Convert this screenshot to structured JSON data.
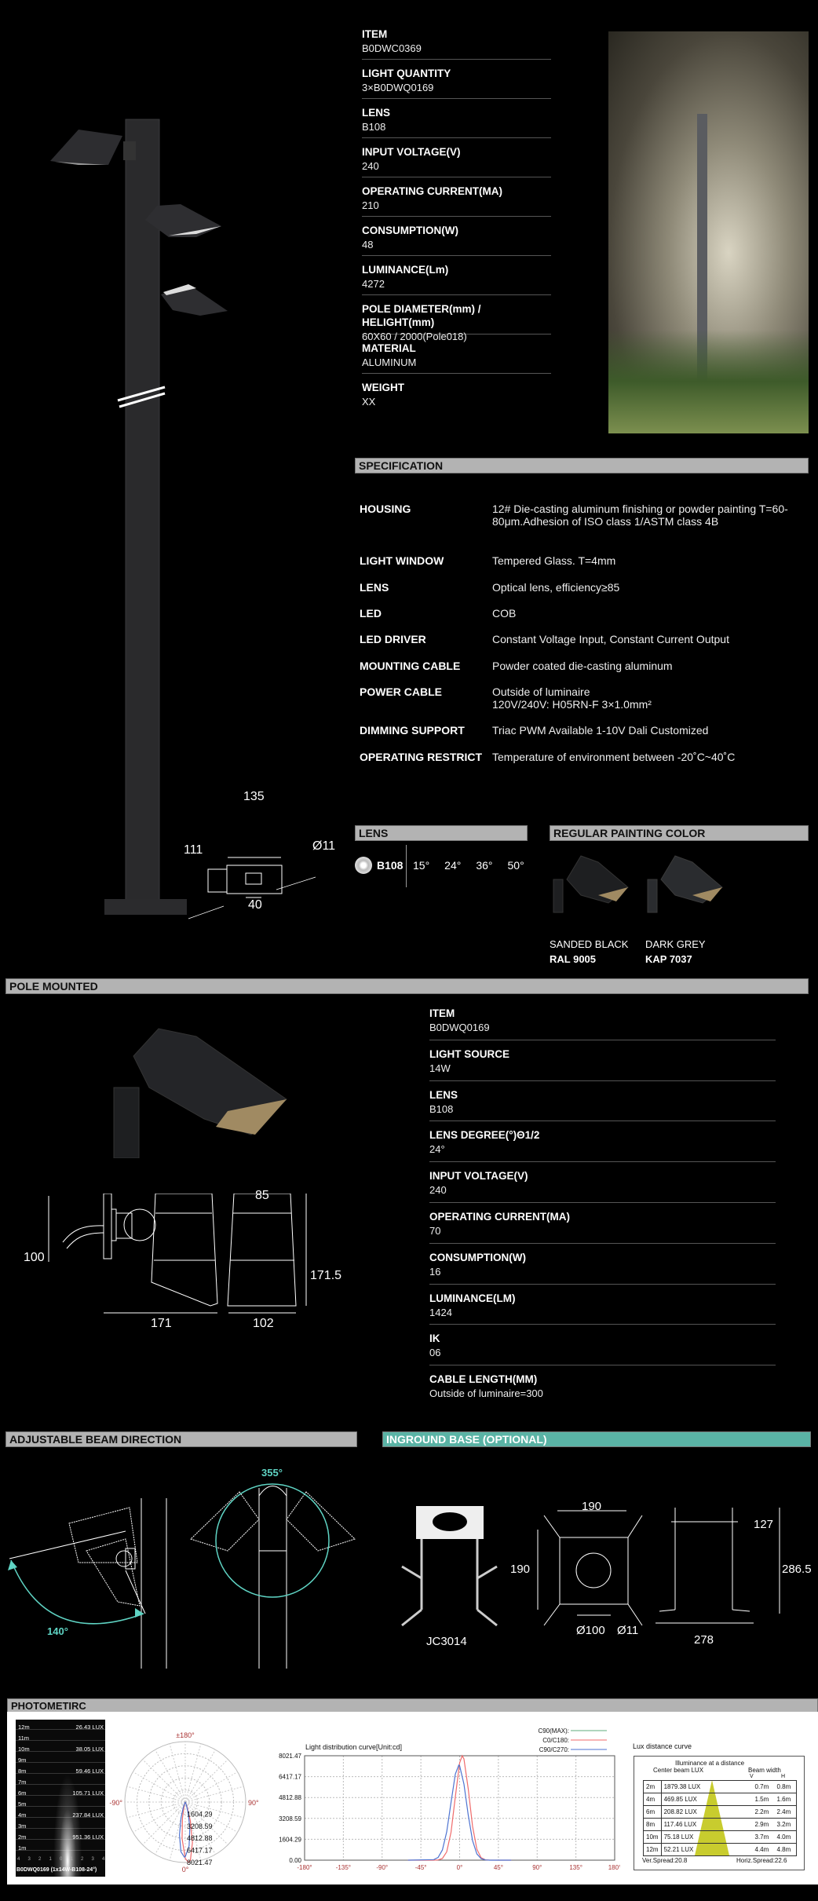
{
  "product_specs": [
    {
      "label": "ITEM",
      "value": "B0DWC0369"
    },
    {
      "label": "LIGHT QUANTITY",
      "value": "3×B0DWQ0169"
    },
    {
      "label": "LENS",
      "value": "B108"
    },
    {
      "label": "INPUT VOLTAGE(V)",
      "value": " 240"
    },
    {
      "label": "OPERATING CURRENT(MA)",
      "value": "210"
    },
    {
      "label": "CONSUMPTION(W)",
      "value": "48"
    },
    {
      "label": "LUMINANCE(Lm)",
      "value": "4272"
    },
    {
      "label": "POLE DIAMETER(mm) / HELIGHT(mm)",
      "value": "60X60  /  2000(Pole018)"
    },
    {
      "label": "MATERIAL",
      "value": "ALUMINUM"
    },
    {
      "label": "WEIGHT",
      "value": "XX"
    }
  ],
  "pole_dims": {
    "width": "135",
    "height": "111",
    "hole": "Ø11",
    "square": "40"
  },
  "specification": {
    "title": "SPECIFICATION",
    "rows": [
      {
        "label": "HOUSING",
        "value": "12# Die-casting aluminum finishing or powder painting T=60-80μm.Adhesion of ISO class 1/ASTM class 4B"
      },
      {
        "label": "LIGHT WINDOW",
        "value": "Tempered Glass. T=4mm"
      },
      {
        "label": "LENS",
        "value": "Optical lens, efficiency≥85"
      },
      {
        "label": "LED",
        "value": "COB"
      },
      {
        "label": "LED DRIVER",
        "value": "Constant Voltage Input, Constant Current Output"
      },
      {
        "label": "MOUNTING CABLE",
        "value": "Powder coated die-casting aluminum"
      },
      {
        "label": "POWER CABLE",
        "value": "Outside of luminaire\n120V/240V: H05RN-F 3×1.0mm²"
      },
      {
        "label": "DIMMING SUPPORT",
        "value": "Triac PWM Available 1-10V Dali Customized"
      },
      {
        "label": "OPERATING RESTRICT",
        "value": "Temperature of environment between -20˚C~40˚C"
      }
    ]
  },
  "lens": {
    "title": "LENS",
    "name": "B108",
    "angles": [
      "15°",
      "24°",
      "36°",
      "50°"
    ]
  },
  "painting": {
    "title": "REGULAR PAINTING COLOR",
    "colors": [
      {
        "name": "SANDED BLACK",
        "code": "RAL 9005",
        "swatch": "#1e1f21"
      },
      {
        "name": "DARK GREY",
        "code": "KAP 7037",
        "swatch": "#2a2c2f"
      }
    ]
  },
  "pole_mounted": {
    "title": "POLE MOUNTED",
    "specs": [
      {
        "label": "ITEM",
        "value": "B0DWQ0169"
      },
      {
        "label": "LIGHT SOURCE",
        "value": "14W"
      },
      {
        "label": "LENS",
        "value": "B108"
      },
      {
        "label": "LENS DEGREE(°)Θ1/2",
        "value": "24°"
      },
      {
        "label": "INPUT VOLTAGE(V)",
        "value": "240"
      },
      {
        "label": "OPERATING CURRENT(MA)",
        "value": "70"
      },
      {
        "label": "CONSUMPTION(W)",
        "value": "16"
      },
      {
        "label": "LUMINANCE(LM)",
        "value": "1424"
      },
      {
        "label": "IK",
        "value": "06"
      },
      {
        "label": "CABLE LENGTH(MM)",
        "value": "Outside of luminaire=300"
      }
    ],
    "dims": {
      "d100": "100",
      "d171": "171",
      "d85": "85",
      "d102": "102",
      "d1715": "171.5"
    }
  },
  "adjustable": {
    "title": "ADJUSTABLE BEAM DIRECTION",
    "tilt": "140°",
    "rotate": "355°"
  },
  "inground": {
    "title": "INGROUND  BASE (OPTIONAL)",
    "model": "JC3014",
    "w": "190",
    "h": "190",
    "hole": "Ø100",
    "bolt": "Ø11",
    "top": "127",
    "total": "286.5",
    "width": "278"
  },
  "photometric": {
    "title": "PHOTOMETIRC",
    "beam_image": {
      "distances": [
        "12m",
        "11m",
        "10m",
        "9m",
        "8m",
        "7m",
        "6m",
        "5m",
        "4m",
        "3m",
        "2m",
        "1m"
      ],
      "lux": [
        {
          "d": "12m",
          "v": "26.43 LUX"
        },
        {
          "d": "10m",
          "v": "38.05 LUX"
        },
        {
          "d": "8m",
          "v": "59.46 LUX"
        },
        {
          "d": "6m",
          "v": "105.71 LUX"
        },
        {
          "d": "4m",
          "v": "237.84 LUX"
        },
        {
          "d": "2m",
          "v": "951.36 LUX"
        }
      ],
      "xticks": [
        "4",
        "3",
        "2",
        "1",
        "0",
        "1",
        "2",
        "3",
        "4"
      ],
      "caption": "B0DWQ0169 (1x14W-B108-24°)"
    },
    "polar": {
      "top": "±180°",
      "left": "-90°",
      "right": "90°",
      "bottom": "0°",
      "rings": [
        "1604.29",
        "3208.59",
        "4812.88",
        "6417.17",
        "8021.47"
      ]
    },
    "lux_curve": {
      "title": "Lux distance curve",
      "heading": "Illuminance at a distance",
      "col_center": "Center beam LUX",
      "col_width": "Beam width",
      "v": "V",
      "h": "H",
      "rows": [
        {
          "d": "2m",
          "lux": "1879.38 LUX",
          "v": "0.7m",
          "h": "0.8m"
        },
        {
          "d": "4m",
          "lux": "469.85 LUX",
          "v": "1.5m",
          "h": "1.6m"
        },
        {
          "d": "6m",
          "lux": "208.82 LUX",
          "v": "2.2m",
          "h": "2.4m"
        },
        {
          "d": "8m",
          "lux": "117.46 LUX",
          "v": "2.9m",
          "h": "3.2m"
        },
        {
          "d": "10m",
          "lux": "75.18 LUX",
          "v": "3.7m",
          "h": "4.0m"
        },
        {
          "d": "12m",
          "lux": "52.21 LUX",
          "v": "4.4m",
          "h": "4.8m"
        }
      ],
      "ver": "Ver.Spread:20.8",
      "hor": "Horiz.Spread:22.6",
      "cone_color": "#c8cc2e"
    }
  },
  "chart_data": {
    "type": "line",
    "title": "Light distribution curve[Unit:cd]",
    "xlabel": "",
    "ylabel": "",
    "xlim": [
      -180,
      180
    ],
    "ylim": [
      0,
      8021.47
    ],
    "xticks": [
      "-180°",
      "-135°",
      "-90°",
      "-45°",
      "0°",
      "45°",
      "90°",
      "135°",
      "180°"
    ],
    "yticks": [
      "8021.47",
      "6417.17",
      "4812.88",
      "3208.59",
      "1604.29",
      "0.00"
    ],
    "grid": true,
    "legend_position": "top-right",
    "series": [
      {
        "name": "C90(MAX):",
        "color": "#5fae7c",
        "x": [],
        "values": []
      },
      {
        "name": "C0/C180:",
        "color": "#f06b6b",
        "x": [
          -60,
          -30,
          -25,
          -20,
          -15,
          -10,
          -5,
          0,
          3,
          5,
          10,
          15,
          20,
          25,
          30,
          35,
          60
        ],
        "values": [
          0,
          2,
          18,
          129,
          638,
          2142,
          4865,
          7477,
          8021,
          7775,
          5470,
          2604,
          839,
          183,
          27,
          3,
          0
        ]
      },
      {
        "name": "C90/C270:",
        "color": "#4d73d1",
        "x": [
          -60,
          -30,
          -25,
          -20,
          -15,
          -10,
          -5,
          -1,
          0,
          5,
          10,
          15,
          20,
          25,
          30,
          35,
          60
        ],
        "values": [
          0,
          41,
          208,
          786,
          2177,
          4428,
          6613,
          7300,
          7255,
          5846,
          3459,
          1503,
          480,
          113,
          19,
          2,
          0
        ]
      }
    ]
  }
}
